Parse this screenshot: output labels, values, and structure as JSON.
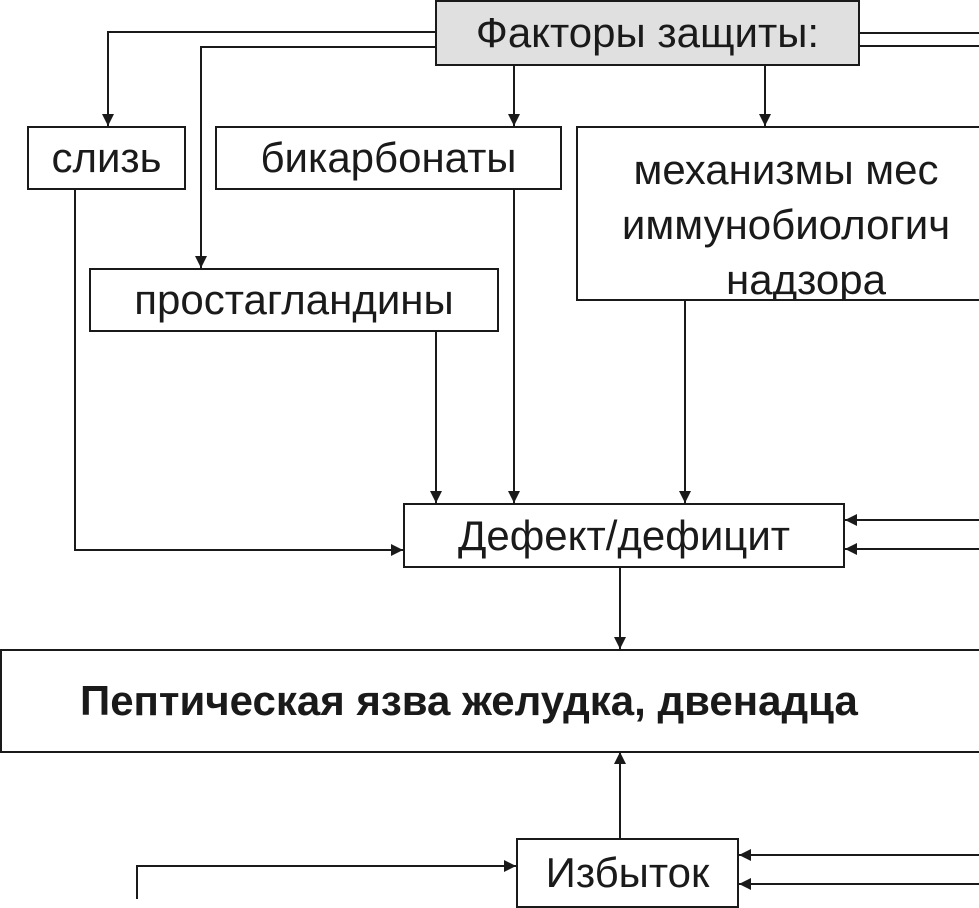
{
  "diagram": {
    "factors": "Факторы защиты:",
    "mucus": "слизь",
    "bicarbonates": "бикарбонаты",
    "prostaglandins": "простагландины",
    "mechanisms": [
      "механизмы мес",
      "иммунобиологич",
      "надзора"
    ],
    "defect": "Дефект/дефицит",
    "ulcer": "Пептическая язва желудка, двенадца",
    "excess": "Избыток"
  },
  "colors": {
    "line": "#1a1a1a",
    "header_fill": "#e0e0e0",
    "box_fill": "#ffffff"
  }
}
